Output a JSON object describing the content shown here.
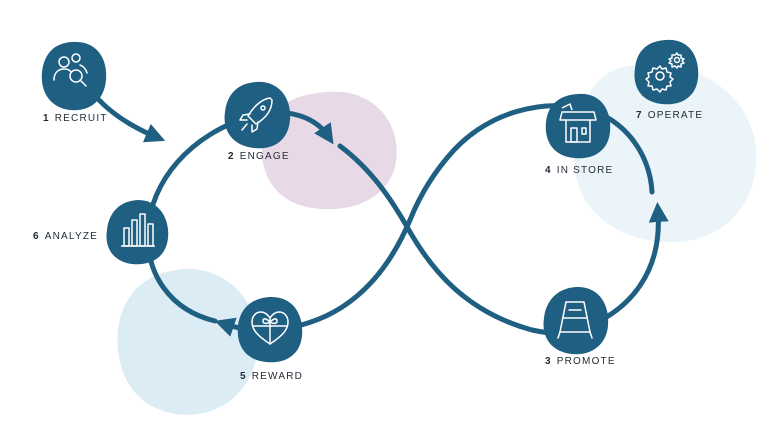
{
  "colors": {
    "primary": "#1f5f82",
    "blob_purple": "#e7d9e6",
    "blob_blue": "#dcecf5",
    "blob_blue_light": "#eaf4f9",
    "text": "#1f2a35",
    "icon_line": "#ffffff"
  },
  "steps": [
    {
      "num": "1",
      "label": "RECRUIT",
      "icon": "users-search-icon"
    },
    {
      "num": "2",
      "label": "ENGAGE",
      "icon": "rocket-icon"
    },
    {
      "num": "3",
      "label": "PROMOTE",
      "icon": "a-frame-sign-icon"
    },
    {
      "num": "4",
      "label": "IN STORE",
      "icon": "storefront-icon"
    },
    {
      "num": "5",
      "label": "REWARD",
      "icon": "gift-heart-icon"
    },
    {
      "num": "6",
      "label": "ANALYZE",
      "icon": "bar-chart-icon"
    },
    {
      "num": "7",
      "label": "OPERATE",
      "icon": "gears-icon"
    }
  ]
}
